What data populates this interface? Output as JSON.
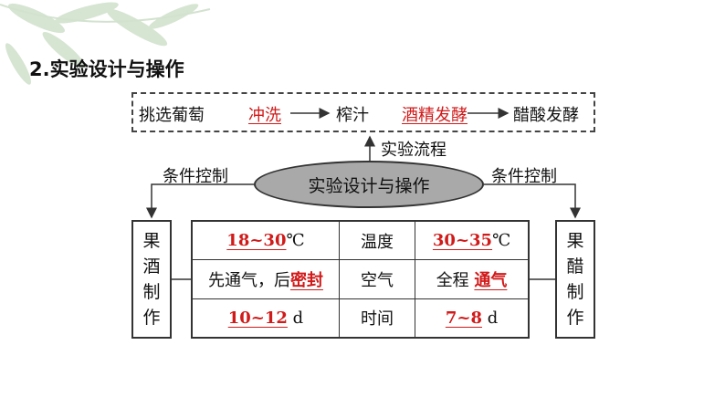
{
  "section_title": "2.实验设计与操作",
  "flow": {
    "step1": "挑选葡萄",
    "blank1": "冲洗",
    "step2": "榨汁",
    "blank2": "酒精发酵",
    "step3": "醋酸发酵"
  },
  "flow_label": "实验流程",
  "center": "实验设计与操作",
  "left_condition_label": "条件控制",
  "right_condition_label": "条件控制",
  "left_box": [
    "果",
    "酒",
    "制",
    "作"
  ],
  "right_box": [
    "果",
    "醋",
    "制",
    "作"
  ],
  "table": {
    "rows": [
      {
        "left_answer": "18~30",
        "left_unit": "℃",
        "param": "温度",
        "right_answer": "30~35",
        "right_unit": "℃"
      },
      {
        "left_prefix": "先通气，后",
        "left_answer": "密封",
        "param": "空气",
        "right_prefix": "全程",
        "right_answer": "通气"
      },
      {
        "left_answer": "10~12",
        "left_unit": "d",
        "param": "时间",
        "right_answer": "7~8",
        "right_unit": "d"
      }
    ]
  },
  "colors": {
    "answer_red": "#d11a1a",
    "ellipse_fill": "#a9a9a9",
    "line": "#333333"
  }
}
